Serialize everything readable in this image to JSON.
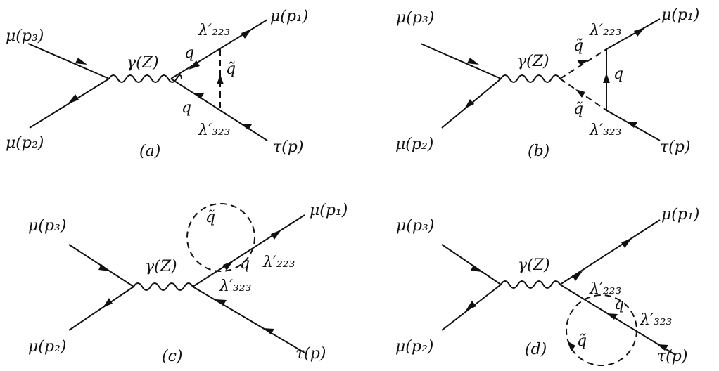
{
  "diagrams": [
    {
      "id": "a",
      "caption": "(a)",
      "labels": {
        "in_muon": "μ(p₃)",
        "out_muon_2": "μ(p₂)",
        "out_muon_1": "μ(p₁)",
        "tau": "τ(p)",
        "boson": "γ(Z)",
        "quark_top": "q",
        "quark_bottom": "q",
        "squark": "q̃",
        "coupling_top": "λ′₂₂₃",
        "coupling_bottom": "λ′₃₂₃"
      }
    },
    {
      "id": "b",
      "caption": "(b)",
      "labels": {
        "in_muon": "μ(p₃)",
        "out_muon_2": "μ(p₂)",
        "out_muon_1": "μ(p₁)",
        "tau": "τ(p)",
        "boson": "γ(Z)",
        "squark_top": "q̃",
        "squark_bottom": "q̃",
        "quark": "q",
        "coupling_top": "λ′₂₂₃",
        "coupling_bottom": "λ′₃₂₃"
      }
    },
    {
      "id": "c",
      "caption": "(c)",
      "labels": {
        "in_muon": "μ(p₃)",
        "out_muon_2": "μ(p₂)",
        "out_muon_1": "μ(p₁)",
        "tau": "τ(p)",
        "boson": "γ(Z)",
        "squark": "q̃",
        "quark": "q",
        "coupling_top": "λ′₂₂₃",
        "coupling_bottom": "λ′₃₂₃"
      }
    },
    {
      "id": "d",
      "caption": "(d)",
      "labels": {
        "in_muon": "μ(p₃)",
        "out_muon_2": "μ(p₂)",
        "out_muon_1": "μ(p₁)",
        "tau": "τ(p)",
        "boson": "γ(Z)",
        "squark": "q̃",
        "quark": "q",
        "coupling_top": "λ′₂₂₃",
        "coupling_bottom": "λ′₃₂₃"
      }
    }
  ]
}
